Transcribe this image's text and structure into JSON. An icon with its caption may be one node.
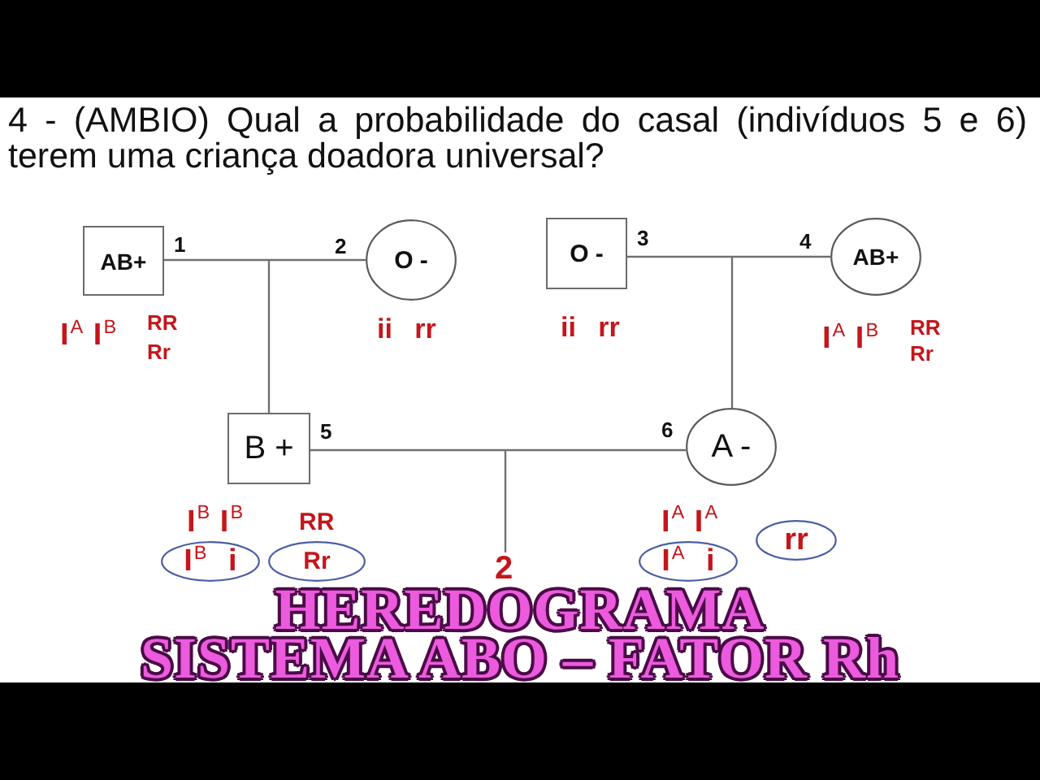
{
  "diagram": {
    "title": "HEREDOGRAMA",
    "nodes": [
      {
        "text": [
          "AB+"
        ],
        "beside": [
          "1",
          "I$^{A}$ I$^{B}$",
          "RR",
          "Rr"
        ]
      },
      {
        "text": [
          "O -"
        ],
        "beside": [
          "2",
          "ii rr"
        ]
      },
      {
        "text": [
          "O -"
        ],
        "beside": [
          "3",
          "ii rr"
        ]
      },
      {
        "text": [
          "AB+"
        ],
        "beside": [
          "4",
          "I$^{A}$ I$^{B}$",
          "RR",
          "Rr"
        ]
      },
      {
        "text": [
          "B +"
        ],
        "beside": [
          "5"
        ]
      },
      {
        "text": [
          "A -"
        ],
        "beside": [
          "6"
        ]
      },
      {
        "text": [
          "I$^{B}$ i"
        ]
      },
      {
        "text": [
          "Rr"
        ]
      },
      {
        "text": [
          "I$^{A}$ i"
        ]
      },
      {
        "text": [
          "rr"
        ]
      },
      {
        "text": [
          "2"
        ]
      }
    ],
    "edges": [
      {
        "from": 0,
        "to": 1,
        "arrow": "none"
      },
      {
        "from": null,
        "to": 4,
        "arrow": "none"
      },
      {
        "from": 2,
        "to": 3,
        "arrow": "none"
      },
      {
        "from": null,
        "to": 5,
        "arrow": "none"
      },
      {
        "from": 4,
        "to": 5,
        "arrow": "none"
      },
      {
        "from": null,
        "to": 10,
        "arrow": "none"
      }
    ],
    "labels": [
      "4 - (AMBIO) Qual a probabilidade do casal (indivíduos 5 e 6) terem uma criança doadora universal?",
      "I$^{B}$ I$^{B}$",
      "RR",
      "I$^{A}$ I$^{A}$",
      "SISTEMA ABO – FATOR Rh"
    ]
  }
}
